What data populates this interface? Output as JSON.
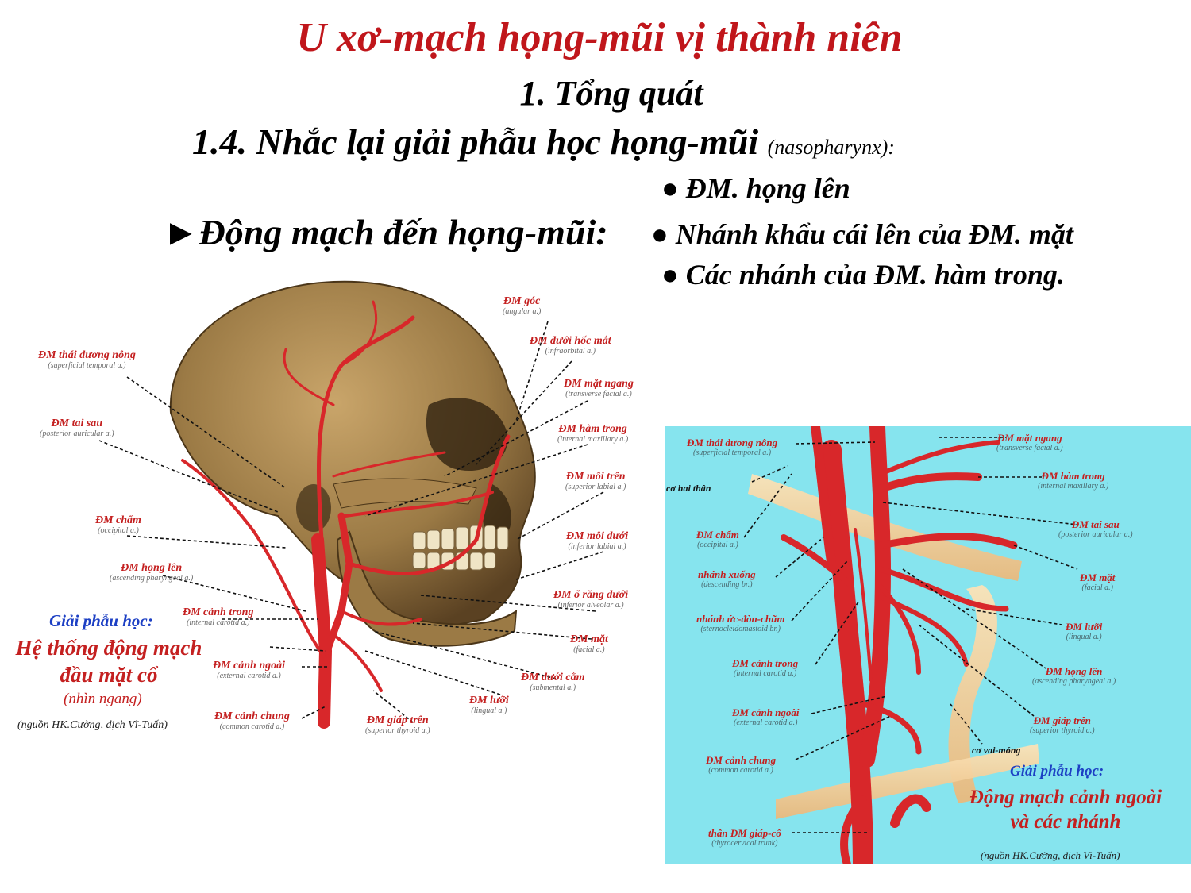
{
  "title": "U xơ-mạch họng-mũi vị thành niên",
  "subtitle": "1. Tổng quát",
  "section": {
    "heading": "1.4. Nhắc lại giải phẫu học họng-mũi",
    "note": "(nasopharynx):"
  },
  "arteries": {
    "heading": "►Động mạch đến họng-mũi:",
    "bullets": [
      "● ĐM. họng lên",
      "● Nhánh khẩu cái lên của ĐM. mặt",
      "● Các nhánh của ĐM. hàm trong."
    ]
  },
  "left_figure": {
    "caption_intro": "Giải phẫu học:",
    "caption_title_line1": "Hệ thống động mạch",
    "caption_title_line2": "đầu mặt cổ",
    "caption_view": "(nhìn ngang)",
    "source": "(nguồn HK.Cường, dịch Vĩ-Tuấn)",
    "labels": [
      {
        "vi": "ĐM góc",
        "en": "(angular a.)"
      },
      {
        "vi": "ĐM dưới hốc mắt",
        "en": "(infraorbital a.)"
      },
      {
        "vi": "ĐM thái dương nông",
        "en": "(superficial temporal a.)"
      },
      {
        "vi": "ĐM mặt ngang",
        "en": "(transverse facial a.)"
      },
      {
        "vi": "ĐM tai sau",
        "en": "(posterior auricular a.)"
      },
      {
        "vi": "ĐM hàm trong",
        "en": "(internal maxillary a.)"
      },
      {
        "vi": "ĐM môi trên",
        "en": "(superior labial a.)"
      },
      {
        "vi": "ĐM chẩm",
        "en": "(occipital a.)"
      },
      {
        "vi": "ĐM môi dưới",
        "en": "(inferior labial a.)"
      },
      {
        "vi": "ĐM họng lên",
        "en": "(ascending pharyngeal a.)"
      },
      {
        "vi": "ĐM ổ răng dưới",
        "en": "(inferior alveolar a.)"
      },
      {
        "vi": "ĐM cảnh trong",
        "en": "(internal carotid a.)"
      },
      {
        "vi": "ĐM mặt",
        "en": "(facial a.)"
      },
      {
        "vi": "ĐM cảnh ngoài",
        "en": "(external carotid a.)"
      },
      {
        "vi": "ĐM dưới cằm",
        "en": "(submental a.)"
      },
      {
        "vi": "ĐM lưỡi",
        "en": "(lingual a.)"
      },
      {
        "vi": "ĐM cảnh chung",
        "en": "(common carotid a.)"
      },
      {
        "vi": "ĐM giáp trên",
        "en": "(superior thyroid a.)"
      }
    ]
  },
  "right_figure": {
    "caption_intro": "Giải phẫu học:",
    "caption_title_line1": "Động mạch cảnh ngoài",
    "caption_title_line2": "và các nhánh",
    "source": "(nguồn HK.Cường, dịch Vĩ-Tuấn)",
    "muscles": [
      "cơ hai thân",
      "cơ vai-móng"
    ],
    "labels": [
      {
        "vi": "ĐM thái dương nông",
        "en": "(superficial temporal a.)"
      },
      {
        "vi": "ĐM mặt ngang",
        "en": "(transverse facial a.)"
      },
      {
        "vi": "ĐM hàm trong",
        "en": "(internal maxillary a.)"
      },
      {
        "vi": "ĐM chẩm",
        "en": "(occipital a.)"
      },
      {
        "vi": "ĐM tai sau",
        "en": "(posterior auricular a.)"
      },
      {
        "vi": "nhánh xuống",
        "en": "(descending br.)"
      },
      {
        "vi": "ĐM mặt",
        "en": "(facial a.)"
      },
      {
        "vi": "nhánh ức-đòn-chũm",
        "en": "(sternocleidomastoid br.)"
      },
      {
        "vi": "ĐM lưỡi",
        "en": "(lingual a.)"
      },
      {
        "vi": "ĐM cảnh trong",
        "en": "(internal carotid a.)"
      },
      {
        "vi": "ĐM họng lên",
        "en": "(ascending pharyngeal a.)"
      },
      {
        "vi": "ĐM cảnh ngoài",
        "en": "(external carotid a.)"
      },
      {
        "vi": "ĐM giáp trên",
        "en": "(superior thyroid a.)"
      },
      {
        "vi": "ĐM cảnh chung",
        "en": "(common carotid a.)"
      },
      {
        "vi": "thân ĐM giáp-cổ",
        "en": "(thyrocervical trunk)"
      }
    ]
  },
  "colors": {
    "title_red": "#c0161b",
    "artery_red": "#d8272a",
    "caption_blue": "#1c3fc4",
    "panel_cyan": "#86e4ee",
    "bone": "#9b7a45"
  }
}
